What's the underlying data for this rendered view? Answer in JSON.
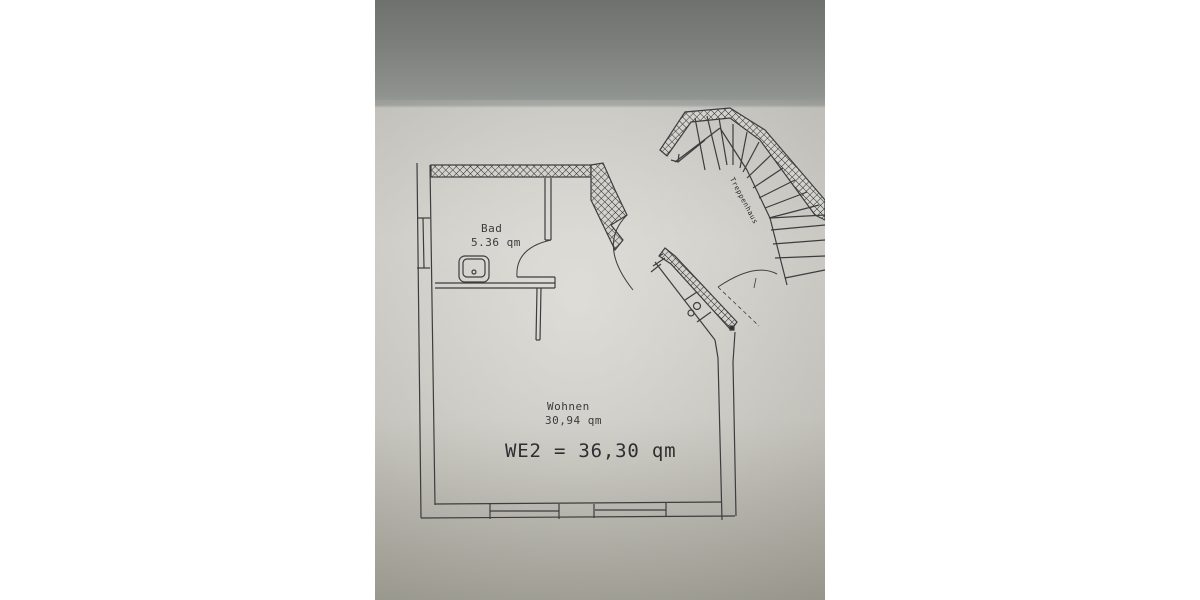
{
  "image": {
    "description": "Photograph of a monitor displaying an apartment floor plan",
    "colors": {
      "bezel": "#7a7d7a",
      "paper": "#d0cec8",
      "line": "#3c3d3f",
      "hatch": "#2e2f31"
    }
  },
  "floor_plan": {
    "rooms": [
      {
        "name": "Bad",
        "area": "5.36 qm"
      },
      {
        "name": "Wohnen",
        "area": "30,94 qm"
      }
    ],
    "stairwell_label": "Treppenhaus",
    "total": "WE2 = 36,30 qm",
    "fixtures": [
      "sink",
      "stove-two-burners",
      "kitchen-counter"
    ]
  }
}
